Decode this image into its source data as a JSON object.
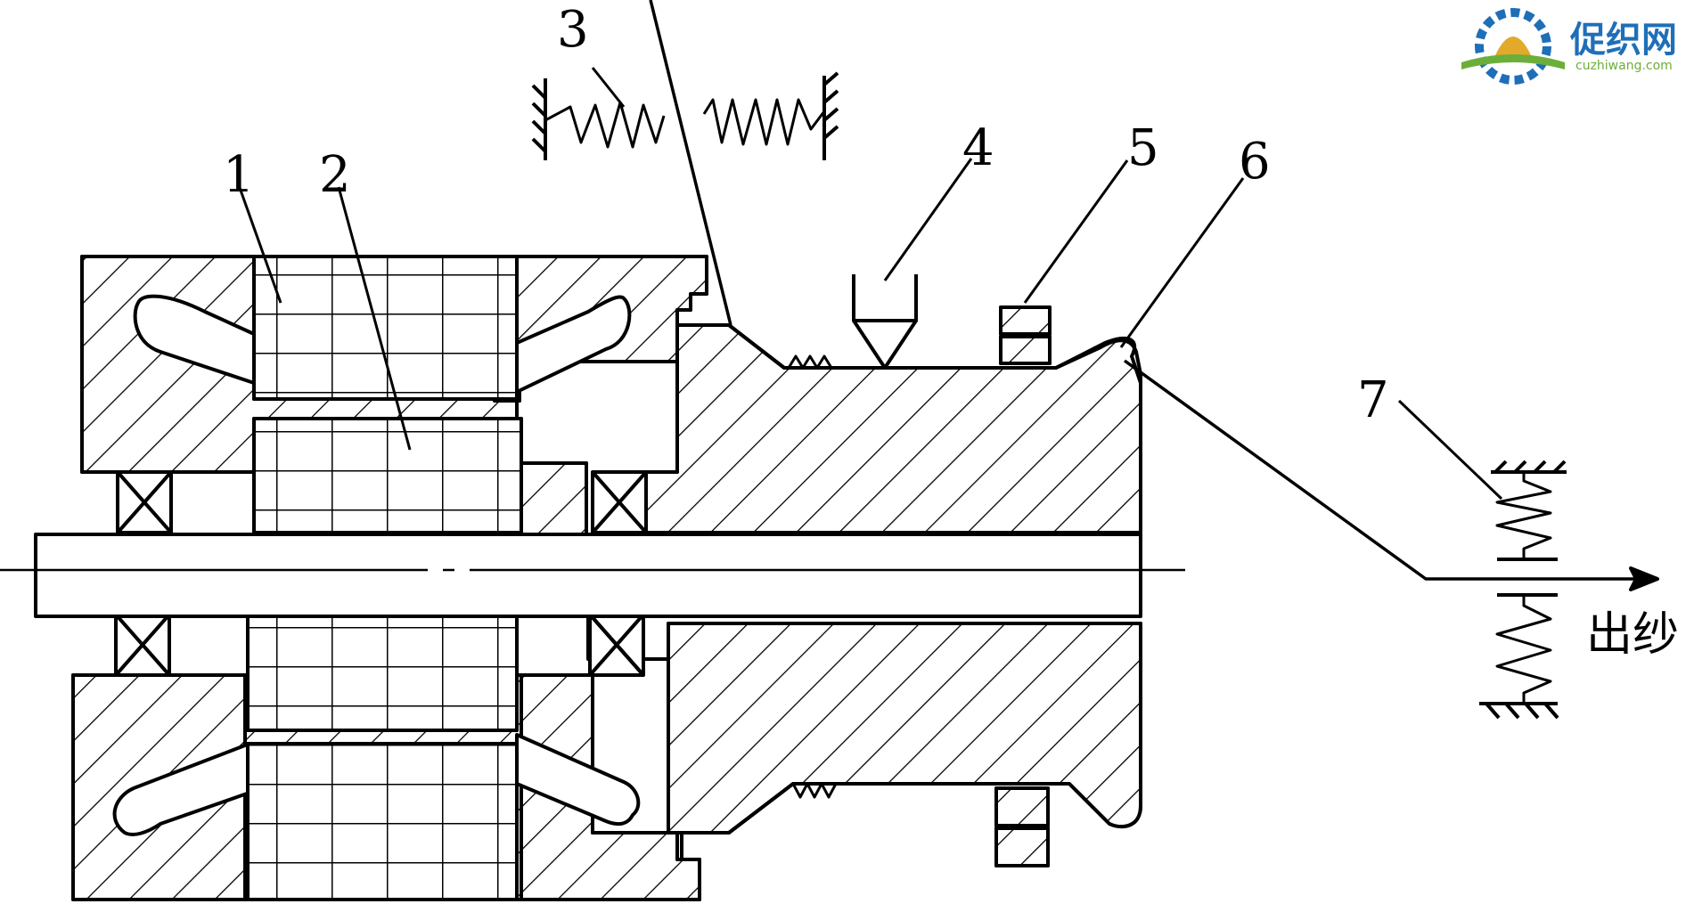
{
  "diagram": {
    "labels": {
      "l1": "1",
      "l2": "2",
      "l3": "3",
      "l4": "4",
      "l5": "5",
      "l6": "6",
      "l7": "7"
    },
    "output_label": "出纱"
  },
  "watermark": {
    "name_cn": "促织网",
    "site": "cuzhiwang.com",
    "colors": {
      "blue": "#1f6fb8",
      "green": "#6cae3a",
      "gold": "#e3a92a"
    }
  }
}
